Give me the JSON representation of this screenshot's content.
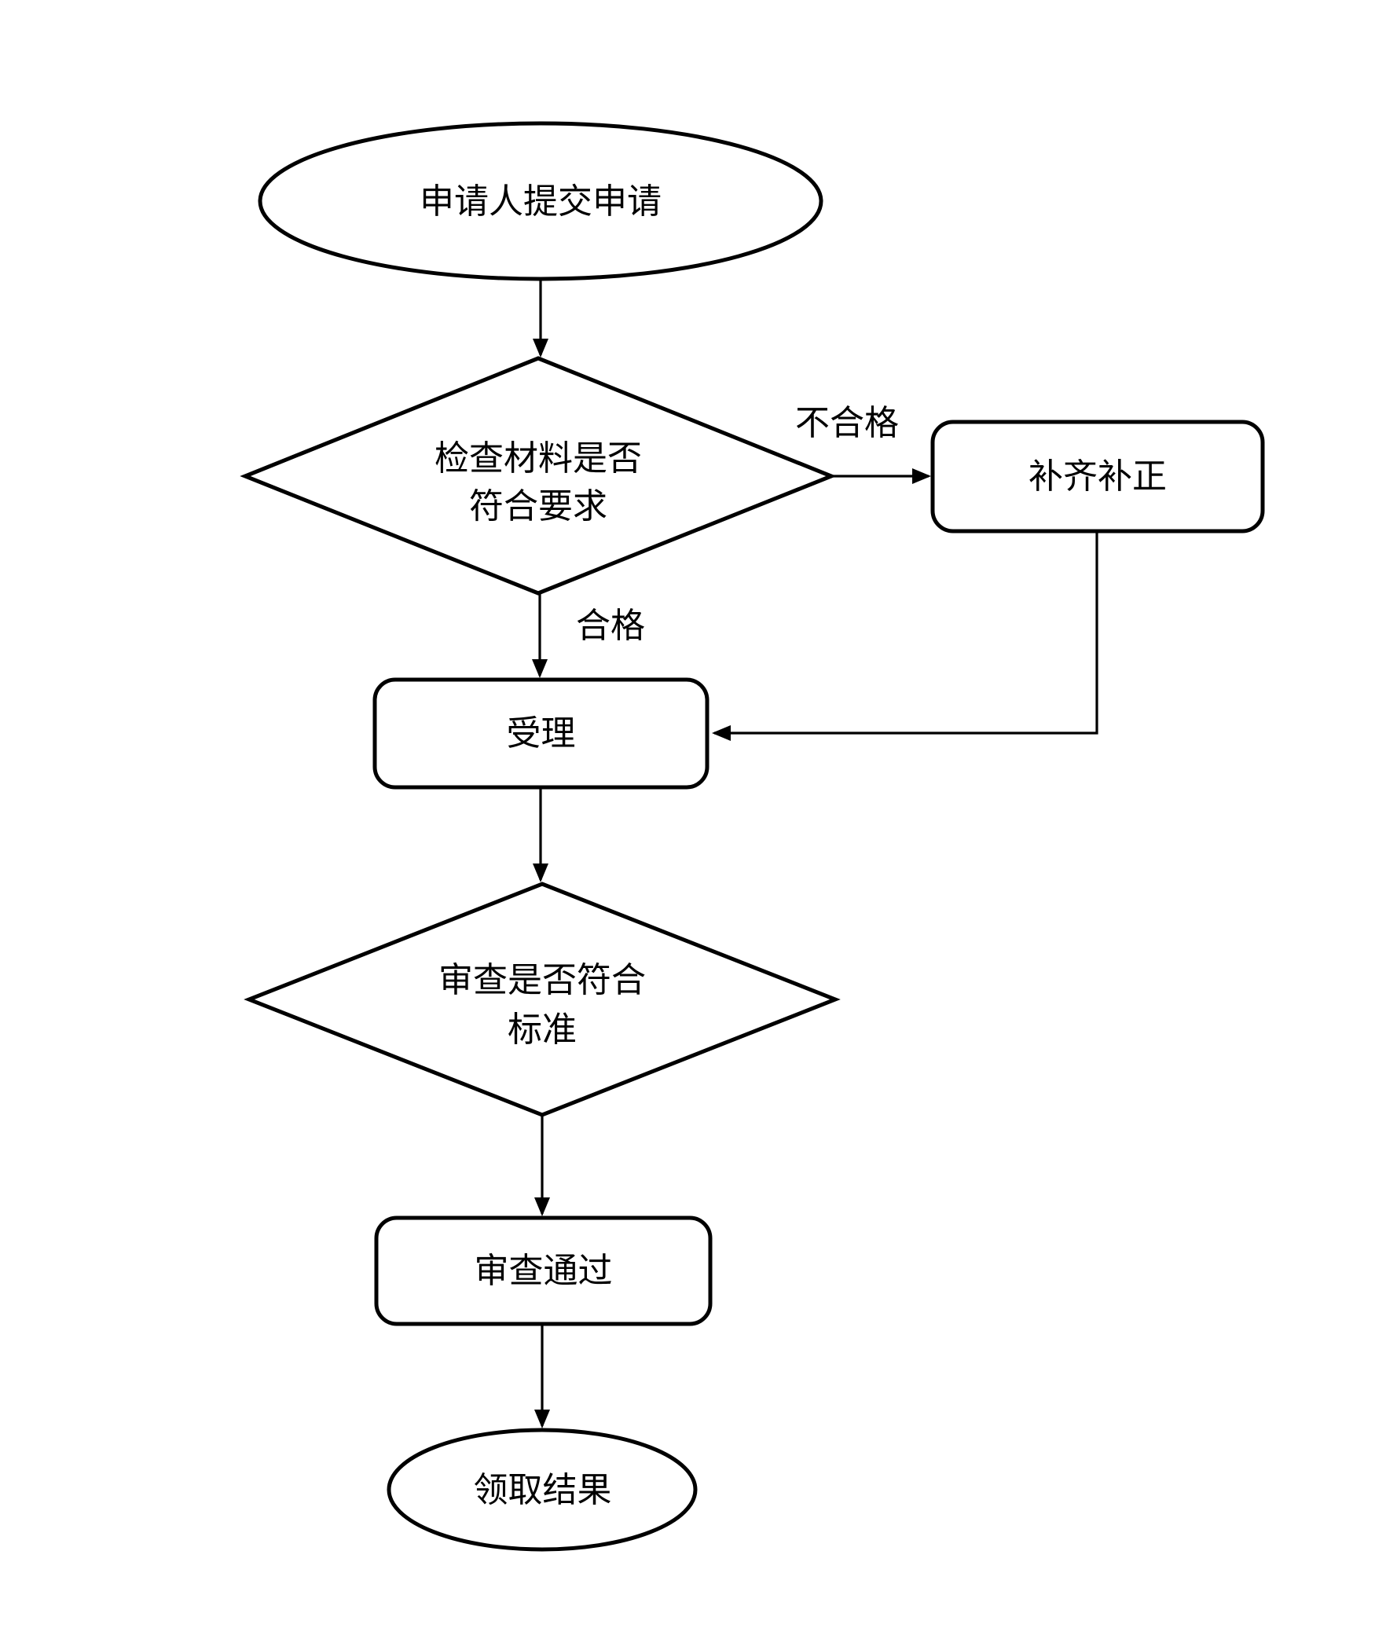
{
  "page": {
    "background": "#ffffff",
    "stroke_color": "#000000",
    "text_color": "#000000"
  },
  "flowchart": {
    "nodes": {
      "start": {
        "type": "terminator",
        "label": "申请人提交申请"
      },
      "check": {
        "type": "decision",
        "lines": [
          "检查材料是否",
          "符合要求"
        ]
      },
      "supplement": {
        "type": "process",
        "label": "补齐补正"
      },
      "accept": {
        "type": "process",
        "label": "受理"
      },
      "review": {
        "type": "decision",
        "lines": [
          "审查是否符合",
          "标准"
        ]
      },
      "approved": {
        "type": "process",
        "label": "审查通过"
      },
      "end": {
        "type": "terminator",
        "label": "领取结果"
      }
    },
    "edge_labels": {
      "unqualified": "不合格",
      "qualified": "合格"
    }
  }
}
